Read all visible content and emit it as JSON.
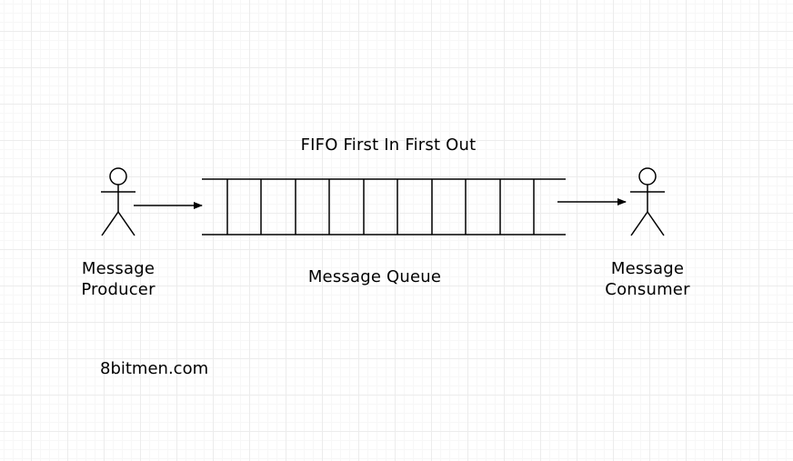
{
  "diagram": {
    "title": "FIFO First In First Out",
    "queue_label": "Message Queue",
    "producer": {
      "line1": "Message",
      "line2": "Producer"
    },
    "consumer": {
      "line1": "Message",
      "line2": "Consumer"
    },
    "queue_slots": 10,
    "watermark": "8bitmen.com"
  }
}
